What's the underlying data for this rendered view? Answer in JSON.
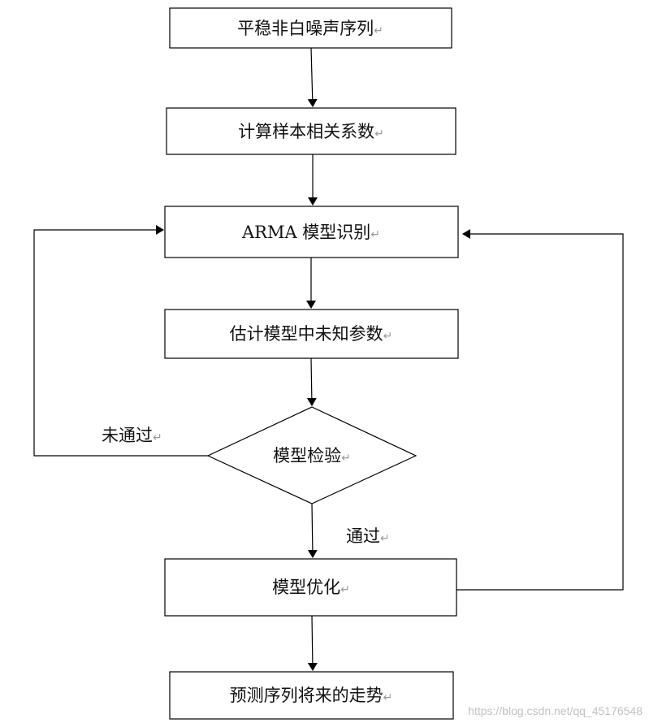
{
  "flowchart": {
    "nodes": {
      "start": {
        "label": "平稳非白噪声序列"
      },
      "compute": {
        "label": "计算样本相关系数"
      },
      "identify": {
        "label": "ARMA 模型识别"
      },
      "estimate": {
        "label": "估计模型中未知参数"
      },
      "check": {
        "label": "模型检验"
      },
      "optimize": {
        "label": "模型优化"
      },
      "predict": {
        "label": "预测序列将来的走势"
      }
    },
    "edge_labels": {
      "fail": "未通过",
      "pass": "通过"
    },
    "return_mark": "↵"
  },
  "watermark": "https://blog.csdn.net/qq_45176548",
  "colors": {
    "stroke": "#000000",
    "text": "#111111",
    "return_mark": "#9a9a9a",
    "watermark": "#c2c2c2"
  }
}
